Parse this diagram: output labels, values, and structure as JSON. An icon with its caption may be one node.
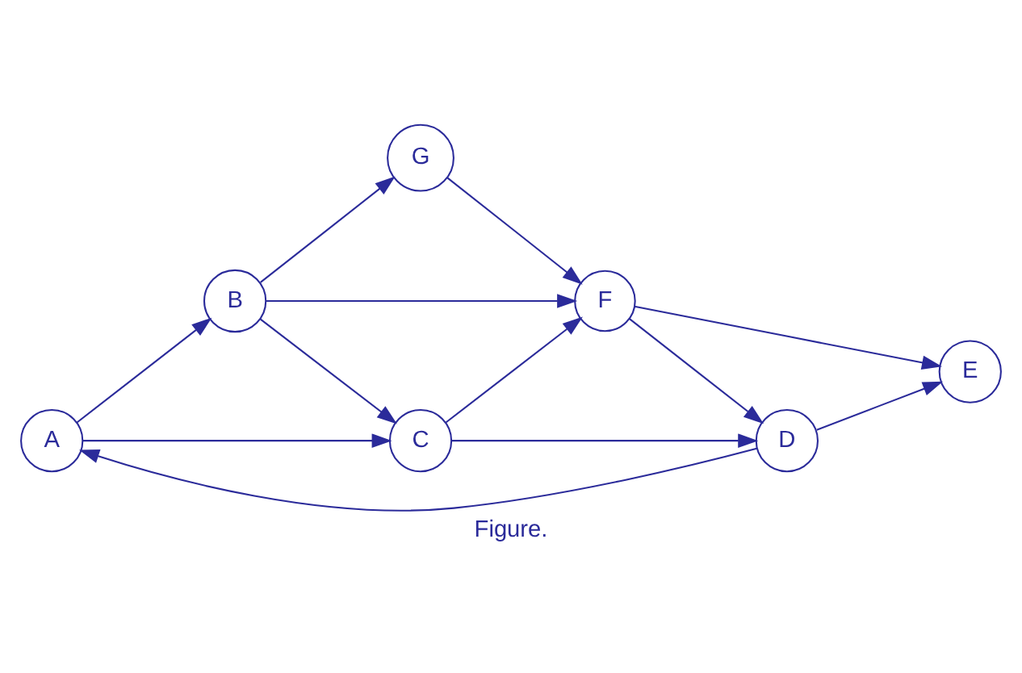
{
  "diagram": {
    "caption": "Figure.",
    "nodes": [
      {
        "text": [
          "A"
        ]
      },
      {
        "text": [
          "B"
        ]
      },
      {
        "text": [
          "G"
        ]
      },
      {
        "text": [
          "C"
        ]
      },
      {
        "text": [
          "F"
        ]
      },
      {
        "text": [
          "D"
        ]
      },
      {
        "text": [
          "E"
        ]
      }
    ],
    "edges": [
      {
        "from": 0,
        "to": 1,
        "arrow": "to"
      },
      {
        "from": 1,
        "to": 2,
        "arrow": "to"
      },
      {
        "from": 1,
        "to": 3,
        "arrow": "to"
      },
      {
        "from": 1,
        "to": 4,
        "arrow": "to"
      },
      {
        "from": 2,
        "to": 4,
        "arrow": "to"
      },
      {
        "from": 0,
        "to": 3,
        "arrow": "to"
      },
      {
        "from": 3,
        "to": 4,
        "arrow": "to"
      },
      {
        "from": 3,
        "to": 5,
        "arrow": "to"
      },
      {
        "from": 4,
        "to": 5,
        "arrow": "to"
      },
      {
        "from": 5,
        "to": 0,
        "arrow": "to"
      },
      {
        "from": 4,
        "to": 6,
        "arrow": "to"
      },
      {
        "from": 5,
        "to": 6,
        "arrow": "to"
      }
    ]
  }
}
